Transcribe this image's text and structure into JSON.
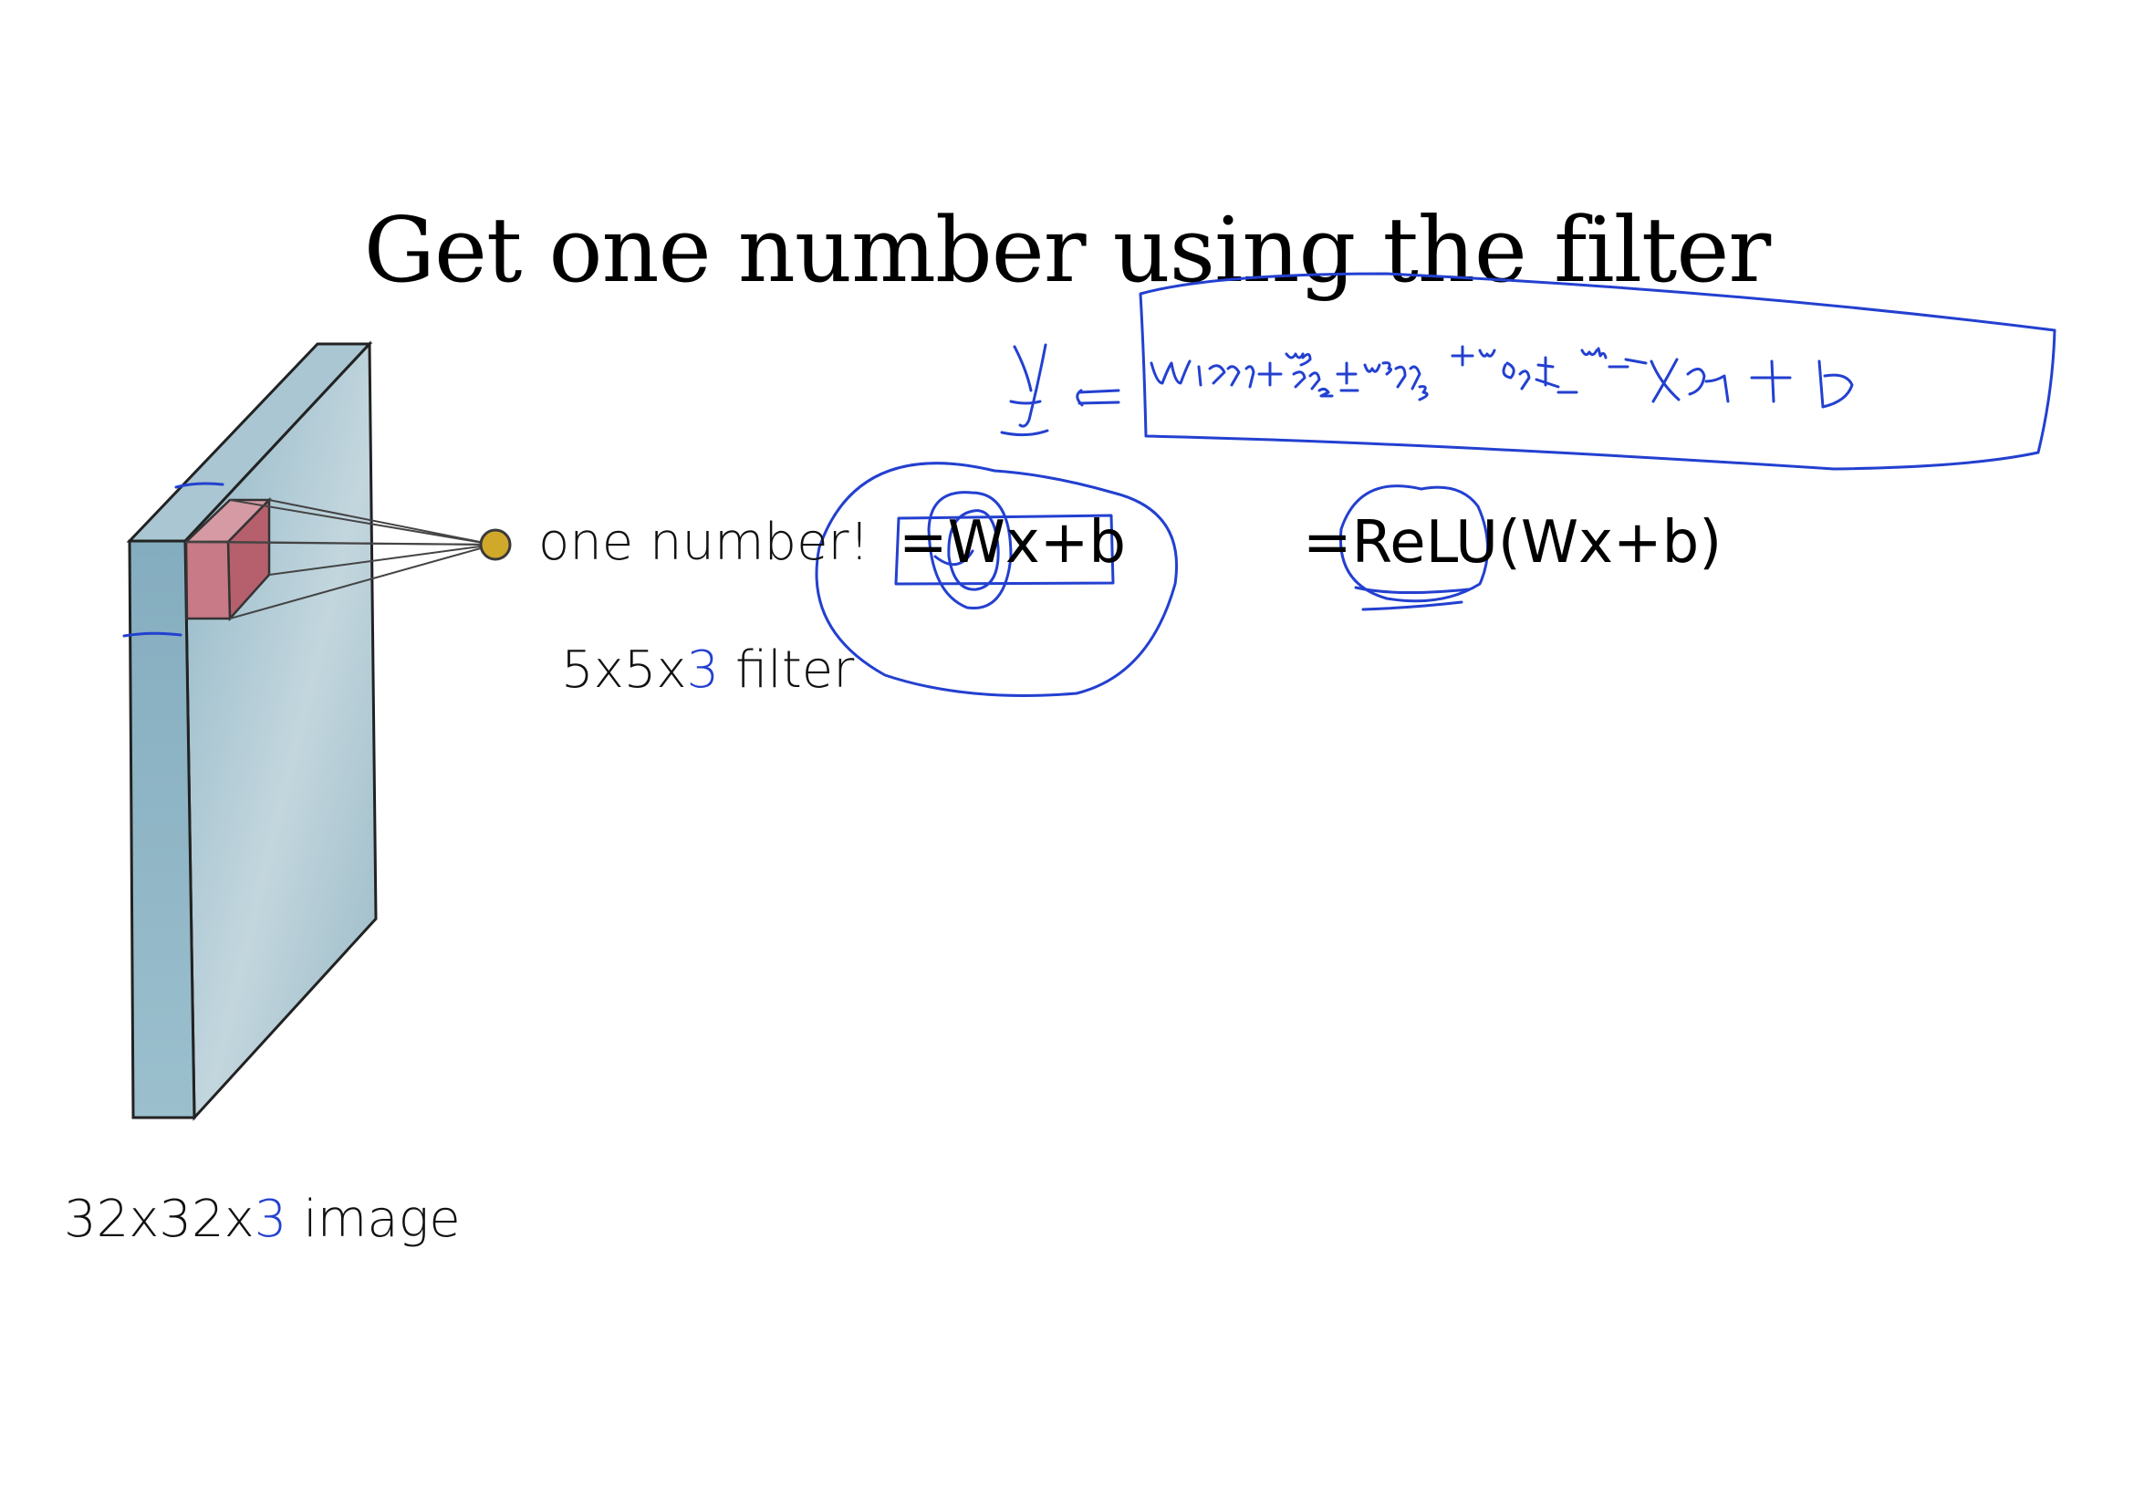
{
  "slide": {
    "title": "Get one number using the filter",
    "output_label": "one number!",
    "equation_linear": "=Wx+b",
    "equation_relu": "=ReLU(Wx+b)",
    "filter_label": {
      "prefix": "5x5x",
      "highlight": "3",
      "suffix": " filter"
    },
    "image_label": {
      "prefix": "32x32x",
      "highlight": "3",
      "suffix": " image"
    }
  },
  "colors": {
    "ink": "#2340d0",
    "volume": "#8fb4c4",
    "filter": "#c9737f",
    "neuron": "#c9a227"
  }
}
